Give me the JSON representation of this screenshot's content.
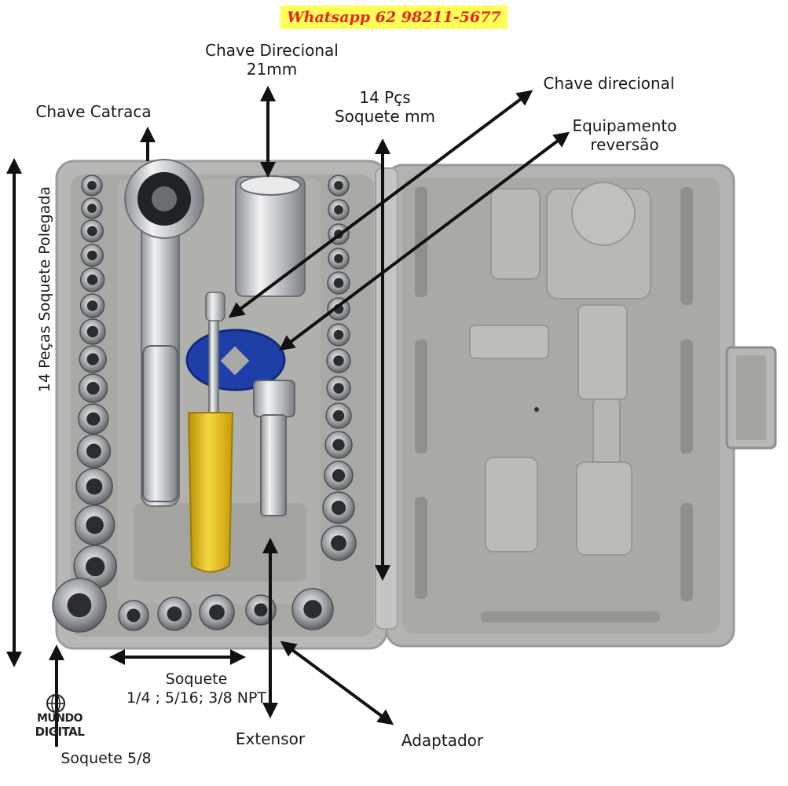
{
  "banner": {
    "text": "Whatsapp 62 98211-5677",
    "bg_color": "#ffff57",
    "text_color": "#e8241b"
  },
  "labels": {
    "chave_direcional_21": [
      "Chave Direcional",
      "21mm"
    ],
    "chave_catraca": "Chave Catraca",
    "pecas_mm": [
      "14 Pçs",
      "Soquete mm"
    ],
    "chave_direcional": "Chave direcional",
    "equipamento_reversao": [
      "Equipamento",
      "reversão"
    ],
    "soquete_polegada": "14 Peças Soquete Polegada",
    "soquete_npt": [
      "Soquete",
      "1/4 ; 5/16; 3/8 NPT"
    ],
    "extensor": "Extensor",
    "adaptador": "Adaptador",
    "soquete_58": "Soquete 5/8"
  },
  "logo": {
    "line1": "MUNDO",
    "line2": "DIGITAL"
  },
  "colors": {
    "case_gray": "#b9b9b7",
    "tray_gray": "#a9a9a6",
    "chrome": "#d4d6d8",
    "handle_yellow": "#e6c21a",
    "disk_blue": "#1f3fa8"
  }
}
